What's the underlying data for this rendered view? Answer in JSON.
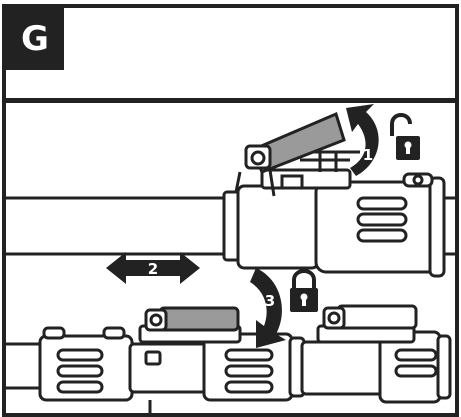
{
  "step": {
    "letter": "G"
  },
  "callouts": [
    {
      "number": "1"
    },
    {
      "number": "2"
    },
    {
      "number": "3"
    }
  ],
  "icons": {
    "unlock": "unlocked-padlock-icon",
    "lock": "locked-padlock-icon"
  },
  "colors": {
    "ink": "#222222",
    "clamp_gray": "#9a9a9a",
    "paper": "#ffffff"
  }
}
